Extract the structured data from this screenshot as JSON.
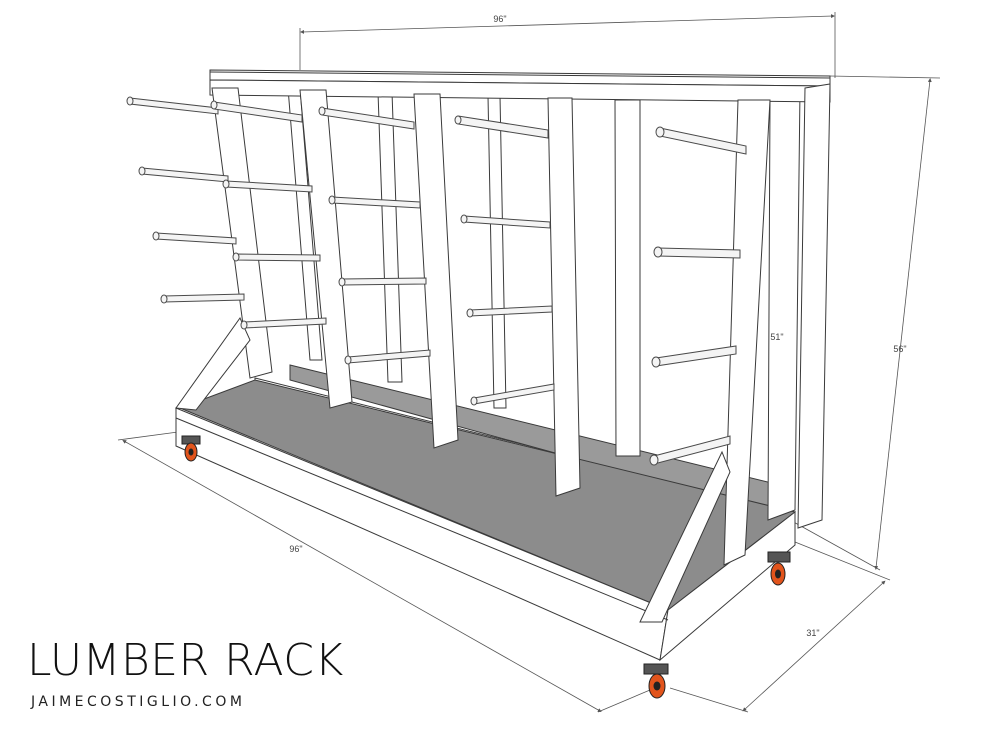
{
  "title": "LUMBER RACK",
  "website": "JAIMECOSTIGLIO.COM",
  "dimensions": {
    "top_width": "96\"",
    "bottom_length": "96\"",
    "height_overall": "56\"",
    "height_inner": "51\"",
    "depth": "31\""
  },
  "colors": {
    "frame": "#ffffff",
    "frame_stroke": "#3a3a3a",
    "shelf": "#8c8c8c",
    "caster_wheel": "#e2541c",
    "dim_line": "#555555"
  }
}
